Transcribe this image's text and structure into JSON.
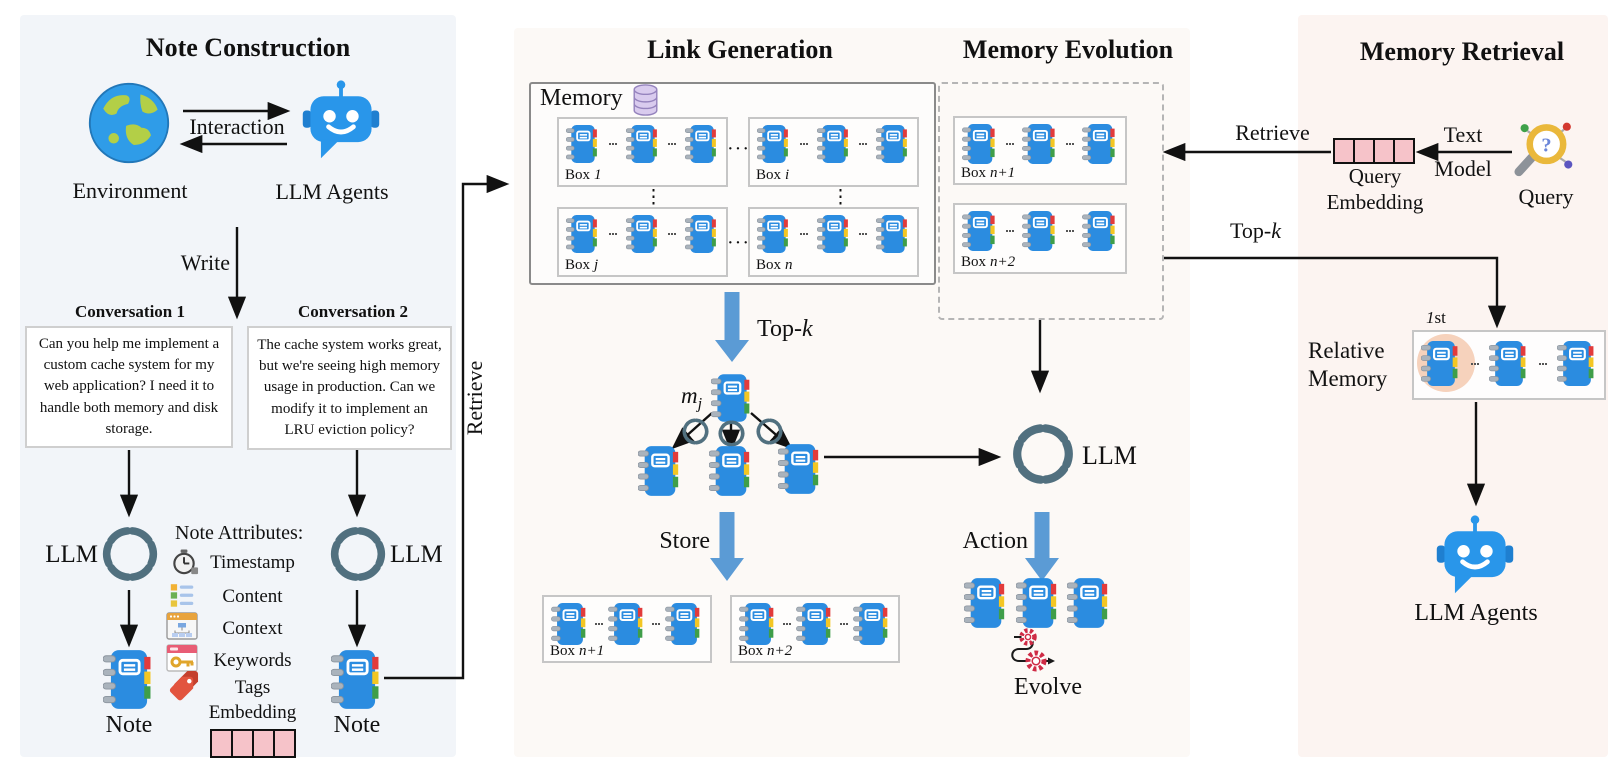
{
  "note_construction": {
    "title": "Note Construction",
    "environment_label": "Environment",
    "interaction_label": "Interaction",
    "llm_agents_label": "LLM Agents",
    "write_label": "Write",
    "conversations": [
      {
        "title": "Conversation 1",
        "text": "Can you help me implement a custom cache system for my web application? I need it to handle both memory and disk storage."
      },
      {
        "title": "Conversation 2",
        "text": "The cache system works great, but we're seeing high memory usage in production. Can we modify it to implement an LRU eviction policy?"
      }
    ],
    "llm_label": "LLM",
    "note_label": "Note",
    "attributes_heading": "Note Attributes:",
    "attributes": [
      "Timestamp",
      "Content",
      "Context",
      "Keywords",
      "Tags",
      "Embedding"
    ],
    "retrieve_label": "Retrieve"
  },
  "link_generation": {
    "title": "Link Generation",
    "memory_label": "Memory",
    "memory_boxes": [
      {
        "prefix": "Box",
        "var": "1"
      },
      {
        "prefix": "Box",
        "var": "i"
      },
      {
        "prefix": "Box",
        "var": "j"
      },
      {
        "prefix": "Box",
        "var": "n"
      }
    ],
    "store_boxes": [
      {
        "prefix": "Box",
        "var": "n+1"
      },
      {
        "prefix": "Box",
        "var": "n+2"
      }
    ],
    "top_k": {
      "prefix": "Top-",
      "k": "k"
    },
    "m_label": {
      "base": "m",
      "sub": "j"
    },
    "store_label": "Store",
    "dots_h": "···",
    "dots_v": "⋮"
  },
  "memory_evolution": {
    "title": "Memory Evolution",
    "boxes": [
      {
        "prefix": "Box",
        "var": "n+1"
      },
      {
        "prefix": "Box",
        "var": "n+2"
      }
    ],
    "llm_label": "LLM",
    "action_label": "Action",
    "evolve_label": "Evolve"
  },
  "memory_retrieval": {
    "title": "Memory Retrieval",
    "retrieve_label": "Retrieve",
    "text_model_line1": "Text",
    "text_model_line2": "Model",
    "query_label": "Query",
    "embedding_line1": "Query",
    "embedding_line2": "Embedding",
    "top_k": {
      "prefix": "Top-",
      "k": "k"
    },
    "first_num": "1",
    "first_suffix": "st",
    "relative_line1": "Relative",
    "relative_line2": "Memory",
    "llm_agents_label": "LLM Agents"
  },
  "colors": {
    "panel_left_bg": "#f2f5f9",
    "panel_middle_bg": "#fcf9f6",
    "panel_right_bg": "#fcf4f1",
    "note_blue": "#2b8ce0",
    "robot_blue": "#2996ea",
    "big_arrow_blue": "#5b9bd5",
    "openai_logo_slate": "#51707f",
    "embedding_pink": "#f6c3c9",
    "highlight_peach": "#f6d2bc",
    "tag_orange": "#e2543f",
    "db_purple": "#d9cbee"
  }
}
